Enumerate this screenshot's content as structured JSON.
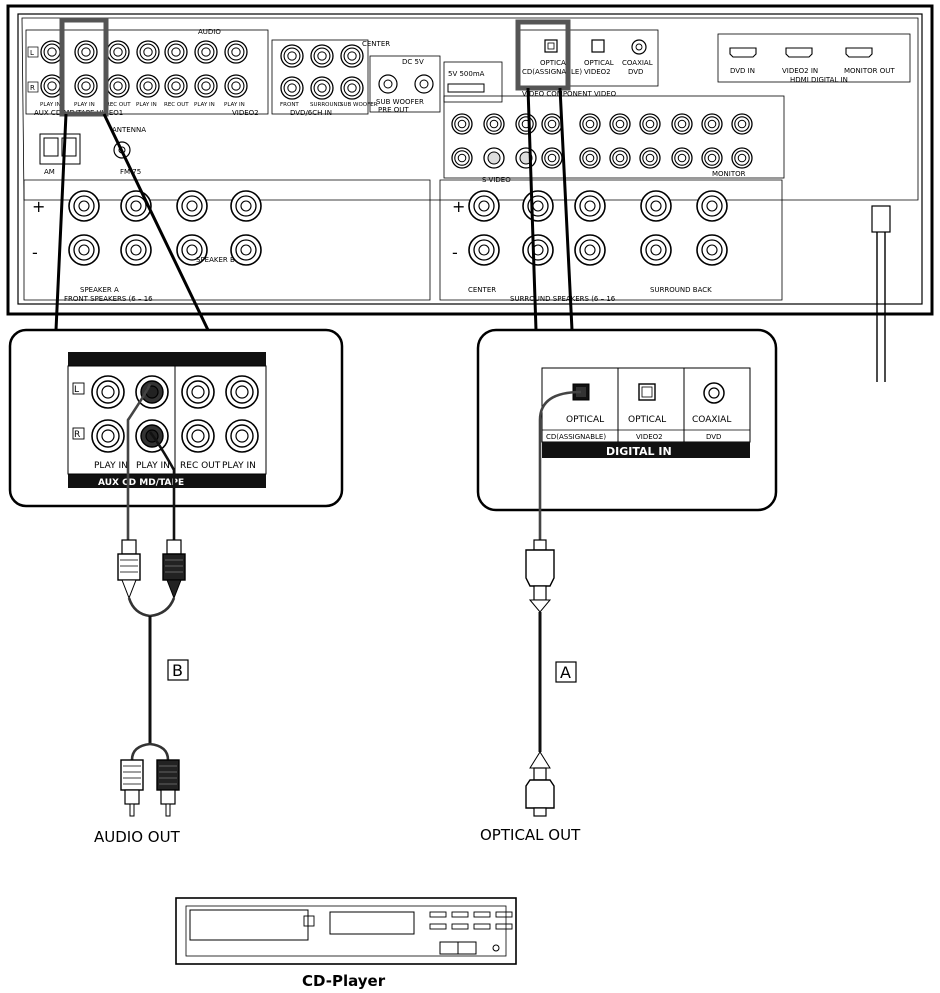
{
  "receiver": {
    "audio_header": "AUDIO",
    "channel_l": "L",
    "channel_r": "R",
    "jack_labels": [
      "PLAY IN",
      "PLAY IN",
      "REC OUT",
      "PLAY IN",
      "REC OUT",
      "PLAY IN",
      "PLAY IN",
      "FRONT",
      "SURROUND",
      "SUB WOOFER"
    ],
    "group_labels": [
      "AUX CD MD/TAPE VIDEO1",
      "VIDEO2",
      "DVD/6CH IN"
    ],
    "center_label": "CENTER",
    "subwoofer_preout_label": "SUB WOOFER",
    "preout_label": "PRE OUT",
    "dc_label": "DC 5V",
    "usb_label": "5V 500mA",
    "antenna_label": "ANTENNA",
    "am_label": "AM",
    "fm_label": "FM 75",
    "speaker_plus": "+",
    "speaker_minus": "-",
    "front_speakers_label": "FRONT SPEAKERS (6 – 16",
    "speaker_a_label": "SPEAKER A",
    "speaker_b_label": "SPEAKER B",
    "surround_speakers_label": "SURROUND SPEAKERS (6 – 16",
    "center_spk_label": "CENTER",
    "surround_back_label": "SURROUND BACK",
    "digital_jacks": [
      "OPTICAL",
      "OPTICAL",
      "COAXIAL"
    ],
    "digital_sub": [
      "CD(ASSIGNABLE)",
      "VIDEO2",
      "DVD"
    ],
    "hdmi_labels": [
      "DVD IN",
      "VIDEO2 IN",
      "MONITOR OUT"
    ],
    "hdmi_group": "HDMI DIGITAL IN",
    "component_video_label": "VIDEO COMPONENT VIDEO",
    "svideo_label": "S-VIDEO",
    "monitor_label": "MONITOR"
  },
  "zoom_left": {
    "l": "L",
    "r": "R",
    "labels": [
      "PLAY IN",
      "PLAY IN",
      "REC OUT",
      "PLAY IN"
    ],
    "bottom": "AUX CD   MD/TAPE"
  },
  "zoom_right": {
    "jacks": [
      "OPTICAL",
      "OPTICAL",
      "COAXIAL"
    ],
    "subs": [
      "CD(ASSIGNABLE)",
      "VIDEO2",
      "DVD"
    ],
    "bottom": "DIGITAL IN"
  },
  "cables": {
    "b_label": "B",
    "a_label": "A",
    "audio_out": "AUDIO OUT",
    "optical_out": "OPTICAL OUT"
  },
  "device": {
    "name": "CD-Player"
  }
}
